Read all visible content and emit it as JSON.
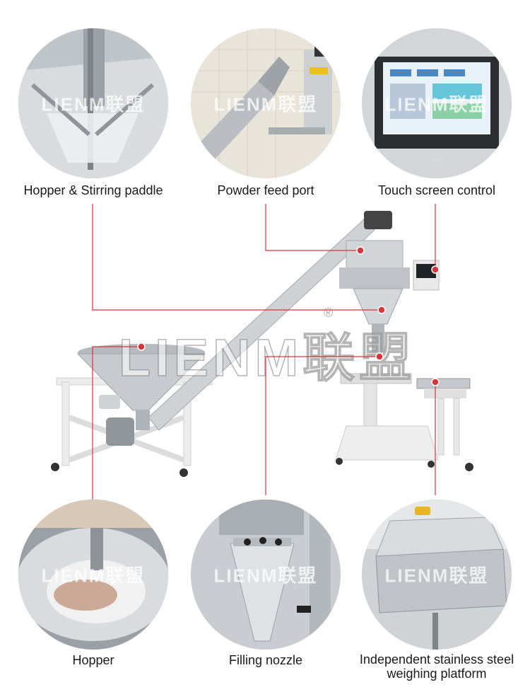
{
  "watermark": {
    "brand": "LIENM联盟",
    "main": "LIENM联盟",
    "registered": "®"
  },
  "callouts": {
    "top": [
      {
        "label": "Hopper & Stirring paddle"
      },
      {
        "label": "Powder feed port"
      },
      {
        "label": "Touch screen control"
      }
    ],
    "bottom": [
      {
        "label": "Hopper"
      },
      {
        "label": "Filling nozzle"
      },
      {
        "label": "Independent stainless steel weighing platform"
      }
    ]
  },
  "screen": {
    "brand": "XINJE"
  },
  "colors": {
    "leader": "#d9343c",
    "steel": "#c9ccd0",
    "steel_dark": "#8b9096",
    "frame": "#e6e6e6"
  }
}
